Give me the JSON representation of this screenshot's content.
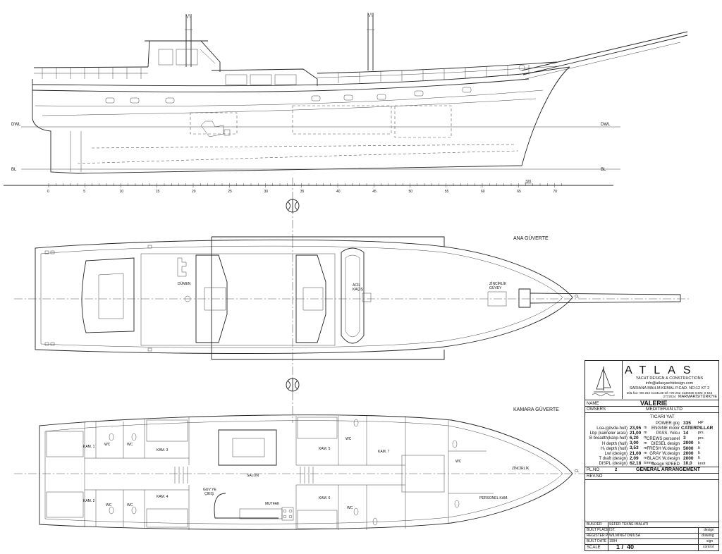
{
  "lines": {
    "dwl": "DWL",
    "bl": "BL",
    "cl": "CL"
  },
  "scale_ticks": [
    "0",
    "5",
    "10",
    "15",
    "20",
    "25",
    "30",
    "35",
    "40",
    "45",
    "50",
    "55",
    "60",
    "65",
    "70"
  ],
  "dimension": "320",
  "deck_titles": {
    "main": "ANA GÜVERTE",
    "cabin": "KAMARA GÜVERTE"
  },
  "main_labels": {
    "helm": "DÜMEN",
    "emergency": "ACİL\nKAÇIŞ",
    "chain": "ZİNCİRLİK\nGÜVEY"
  },
  "cabin_labels": {
    "kam1": "KAM. 1",
    "kam2": "KAM. 2",
    "kam3": "KAM. 3",
    "kam4": "KAM. 4",
    "kam5": "KAM. 5",
    "kam6": "KAM. 6",
    "kam7": "KAM. 7",
    "wc": "WC",
    "salon": "SALON",
    "mutfak": "MUTFAK",
    "exit": "GUV YE\nÇIKIŞ",
    "personel": "PERSONEL KAM.",
    "chain": "ZİNCİRLİK"
  },
  "title_block": {
    "brand": "ATLAS",
    "subtitle": "YACHT DESIGN & CONSTRUCTIONS",
    "email": "info@atlasyachtdesign.com",
    "address": "SARIANA MAH.M.KEMAL P.CAD. NO:12 KT 2",
    "phone": "tel& fax:+90 252 4134138 tel:+90 252 4136930 GSM: 0 542 2772024",
    "city": "MARMARİS/TÜRKİYE",
    "name_label": "NAME",
    "name_value": "VALERIE",
    "owners_label": "OWNERS",
    "owners_value": "MEDITERAN LTD",
    "type_value": "TICARI YAT",
    "specs_left": [
      {
        "label": "Loa-(gövde-hull)",
        "value": "23,95",
        "unit": "m"
      },
      {
        "label": "Lbp (kaimeler arası)",
        "value": "21,00",
        "unit": "m"
      },
      {
        "label": "B breadth(kalıp-hull)",
        "value": "6,20",
        "unit": "m"
      },
      {
        "label": "H depth (hull)",
        "value": "3,00",
        "unit": "m"
      },
      {
        "label": "H₁ depth (hull)",
        "value": "3,53",
        "unit": "m"
      },
      {
        "label": "Lwl (design)",
        "value": "21,00",
        "unit": "m"
      },
      {
        "label": "T draft (design)",
        "value": "2,09",
        "unit": "m"
      },
      {
        "label": "DISPL (design)",
        "value": "62,18",
        "unit": "tonne"
      }
    ],
    "specs_right": [
      {
        "label": "POWER güç",
        "value": "335",
        "unit": "HP"
      },
      {
        "label": "ENGINE motor",
        "value": "CATERPILLAR",
        "unit": ""
      },
      {
        "label": "PASS. Yolcu",
        "value": "14",
        "unit": "prs."
      },
      {
        "label": "CREWS personel",
        "value": "3",
        "unit": "prs."
      },
      {
        "label": "DIESEL design",
        "value": "2000",
        "unit": "lt"
      },
      {
        "label": "FRESH W.design",
        "value": "5000",
        "unit": "lt"
      },
      {
        "label": "GRAY W.design",
        "value": "2000",
        "unit": "lt"
      },
      {
        "label": "BLACK W.design",
        "value": "2000",
        "unit": "lt"
      },
      {
        "label": "design SPEED",
        "value": "10,0",
        "unit": "knot"
      }
    ],
    "plno_label": "PL.NO",
    "plno_value": "2",
    "drawing_title": "GENERAL ARRANGEMENT",
    "revno_label": "REV.NO",
    "builder_label": "BUILDER",
    "builder_value": "SEFER TEKNE İMALATI",
    "built_place_label": "BUILT PLACE",
    "built_place_value": "IST.",
    "register_label": "REGISTER P.",
    "register_value": "WILMINGTON/USA",
    "built_date_label": "BUILT DATE",
    "built_date_value": "1994",
    "scale_label": "SCALE",
    "scale_value": "1 /  40",
    "design_label": "design",
    "drawing_label": "drawing",
    "sign_label": "sign",
    "control_label": "control"
  }
}
